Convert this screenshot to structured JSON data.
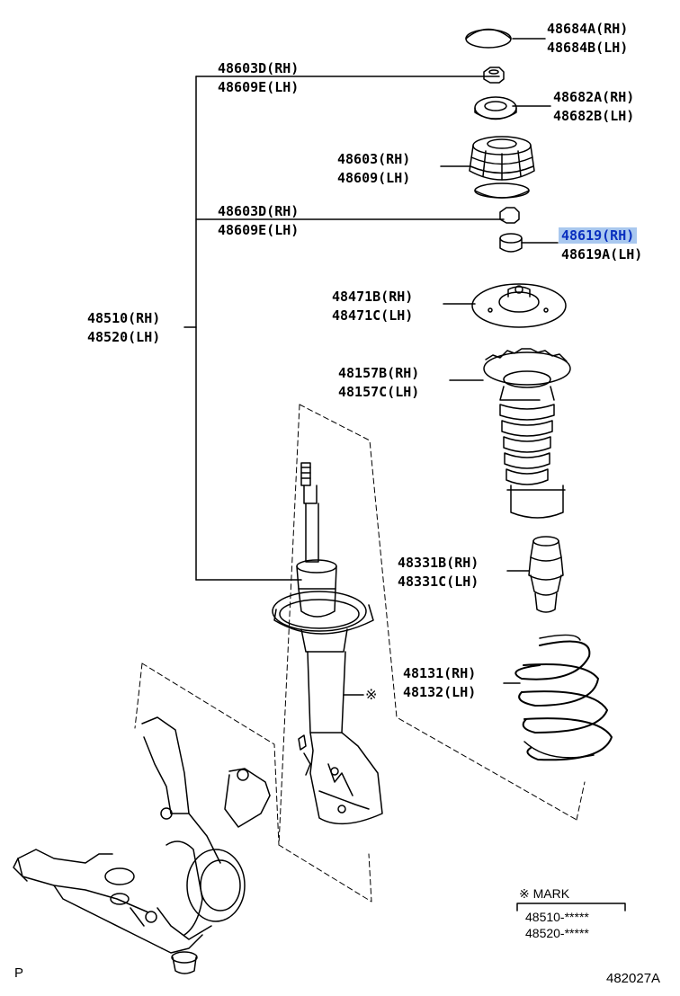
{
  "callouts": [
    {
      "id": "upper-cap",
      "rh": "48684A(RH)",
      "lh": "48684B(LH)"
    },
    {
      "id": "nut-upper",
      "rh": "48603D(RH)",
      "lh": "48609E(LH)"
    },
    {
      "id": "upper-seat",
      "rh": "48682A(RH)",
      "lh": "48682B(LH)"
    },
    {
      "id": "support",
      "rh": "48603(RH)",
      "lh": "48609(LH)"
    },
    {
      "id": "nut-lower",
      "rh": "48603D(RH)",
      "lh": "48609E(LH)"
    },
    {
      "id": "bushing",
      "rh": "48619(RH)",
      "lh": "48619A(LH)",
      "highlighted": true
    },
    {
      "id": "spring-seat",
      "rh": "48471B(RH)",
      "lh": "48471C(LH)"
    },
    {
      "id": "dust-boot",
      "rh": "48157B(RH)",
      "lh": "48157C(LH)"
    },
    {
      "id": "bumper",
      "rh": "48331B(RH)",
      "lh": "48331C(LH)"
    },
    {
      "id": "coil-spring",
      "rh": "48131(RH)",
      "lh": "48132(LH)"
    },
    {
      "id": "strut-assembly",
      "rh": "48510(RH)",
      "lh": "48520(LH)"
    }
  ],
  "mark_symbol": "※",
  "mark_legend": {
    "title": "※ MARK",
    "rows": [
      "48510-*****",
      "48520-*****"
    ]
  },
  "footer": {
    "left": "P",
    "right": "482027A"
  },
  "highlight_color": "#a9c8ef"
}
